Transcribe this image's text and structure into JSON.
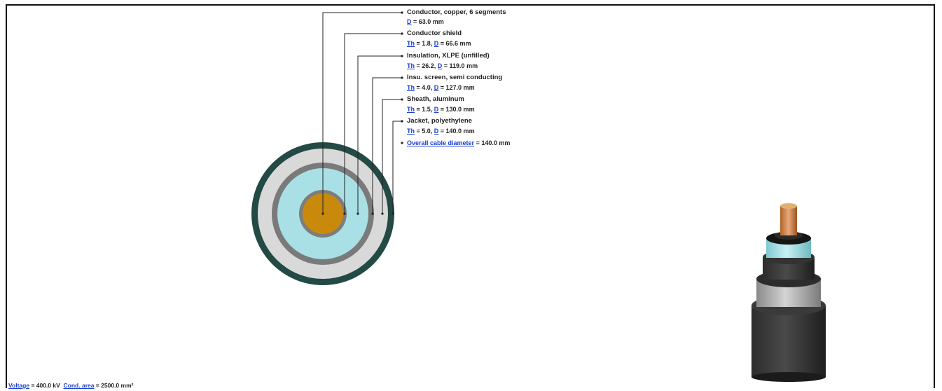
{
  "layers": [
    {
      "name": "Conductor, copper, 6 segments",
      "detail": [
        {
          "link": "D",
          "text": " = 63.0 mm"
        }
      ]
    },
    {
      "name": "Conductor shield",
      "detail": [
        {
          "link": "Th",
          "text": " = 1.8, "
        },
        {
          "link": "D",
          "text": " = 66.6 mm"
        }
      ]
    },
    {
      "name": "Insulation, XLPE (unfilled)",
      "detail": [
        {
          "link": "Th",
          "text": " = 26.2, "
        },
        {
          "link": "D",
          "text": " = 119.0 mm"
        }
      ]
    },
    {
      "name": "Insu. screen, semi conducting",
      "detail": [
        {
          "link": "Th",
          "text": " = 4.0, "
        },
        {
          "link": "D",
          "text": " = 127.0 mm"
        }
      ]
    },
    {
      "name": "Sheath, aluminum",
      "detail": [
        {
          "link": "Th",
          "text": " = 1.5, "
        },
        {
          "link": "D",
          "text": " = 130.0 mm"
        }
      ]
    },
    {
      "name": "Jacket, polyethylene",
      "detail": [
        {
          "link": "Th",
          "text": " = 5.0, "
        },
        {
          "link": "D",
          "text": " = 140.0 mm"
        }
      ]
    }
  ],
  "overall": {
    "link": "Overall cable diameter",
    "text": " = 140.0 mm"
  },
  "footer": {
    "voltage_link": "Voltage",
    "voltage_text": " = 400.0 kV",
    "area_link": "Cond. area",
    "area_text": " = 2500.0 mm²"
  },
  "colors": {
    "conductor": "#c98a0c",
    "conductor_shield": "#7d7d7d",
    "insulation": "#a8e0e6",
    "screen": "#7a7a7a",
    "sheath": "#d9d9d9",
    "jacket": "#234a44",
    "link": "#1a3fd1"
  },
  "icons": [
    "cable-cross-section-diagram",
    "cable-3d-cutaway-image"
  ]
}
